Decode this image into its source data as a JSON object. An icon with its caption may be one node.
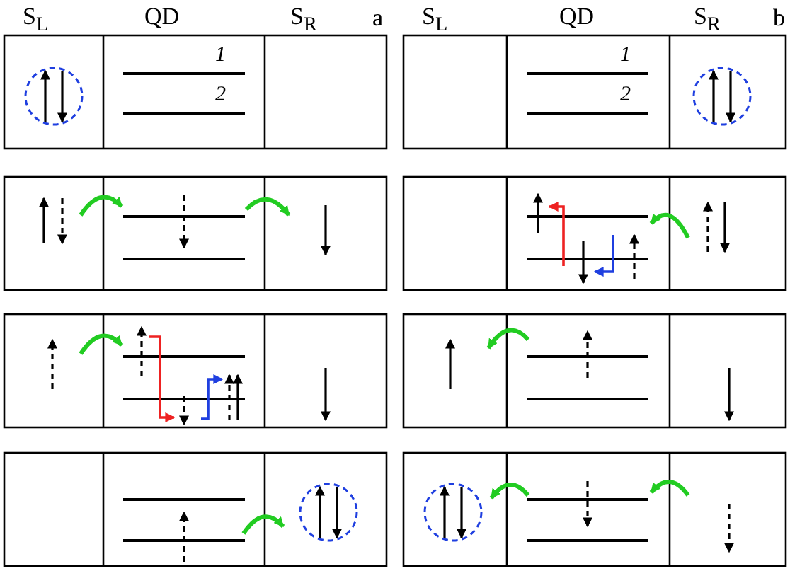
{
  "diagram": {
    "labels": [
      "S$_{L}$",
      "QD",
      "S$_{R}$",
      "a",
      "S$_{L}$",
      "QD",
      "S$_{R}$",
      "b",
      "1",
      "2",
      "1",
      "2"
    ]
  }
}
